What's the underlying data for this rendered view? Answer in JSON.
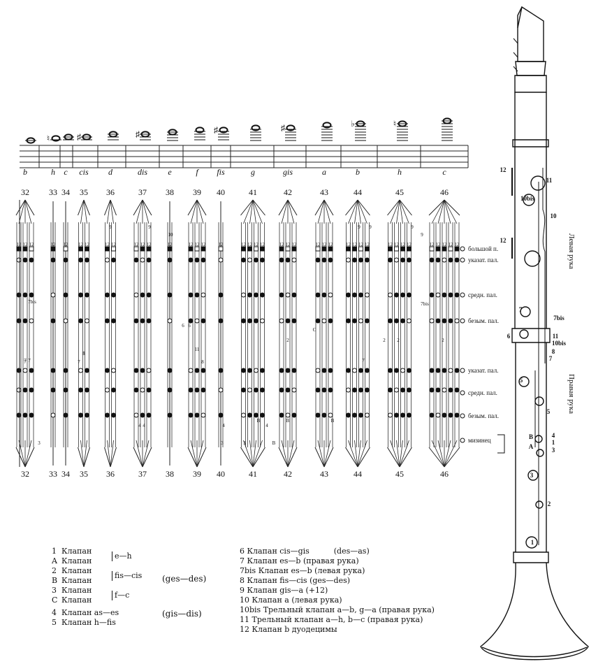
{
  "notes": [
    "b",
    "h",
    "c",
    "cis",
    "d",
    "dis",
    "e",
    "f",
    "fis",
    "g",
    "gis",
    "a",
    "b",
    "h",
    "c"
  ],
  "note_accidentals": [
    "",
    "♮",
    "",
    "♯",
    "",
    "♯",
    "",
    "",
    "♯",
    "",
    "♯",
    "",
    "♭",
    "♮",
    ""
  ],
  "columns": [
    {
      "num": "32",
      "tubes": 3
    },
    {
      "num": "33",
      "tubes": 1
    },
    {
      "num": "34",
      "tubes": 1
    },
    {
      "num": "35",
      "tubes": 2
    },
    {
      "num": "36",
      "tubes": 2
    },
    {
      "num": "37",
      "tubes": 3
    },
    {
      "num": "38",
      "tubes": 1
    },
    {
      "num": "39",
      "tubes": 3
    },
    {
      "num": "40",
      "tubes": 1
    },
    {
      "num": "41",
      "tubes": 4
    },
    {
      "num": "42",
      "tubes": 3
    },
    {
      "num": "43",
      "tubes": 3
    },
    {
      "num": "44",
      "tubes": 4
    },
    {
      "num": "45",
      "tubes": 4
    },
    {
      "num": "46",
      "tubes": 5
    }
  ],
  "twelve_label": "12",
  "row_labels": [
    "большой п.",
    "указат. пал.",
    "средн. пал.",
    "безым. пал.",
    "указат. пал.",
    "средн. пал.",
    "безым. пал.",
    "мизинец"
  ],
  "side_labels": {
    "left_hand": "Левая рука",
    "right_hand": "Правая рука"
  },
  "key_labels": [
    "12",
    "11",
    "10bis",
    "10",
    "12",
    "7",
    "7bis",
    "6",
    "11",
    "10bis",
    "8",
    "7",
    "5",
    "5",
    "B",
    "A",
    "4",
    "1",
    "3",
    "3",
    "2",
    "1"
  ],
  "small_marks": [
    "9",
    "9",
    "10",
    "9",
    "9",
    "9",
    "9",
    "7bis",
    "7bis",
    "6",
    "6",
    "8",
    "11",
    "2",
    "2",
    "2",
    "2",
    "7",
    "7",
    "7",
    "8",
    "5",
    "4",
    "4",
    "4",
    "4",
    "3",
    "3",
    "3",
    "B",
    "B",
    "B",
    "B",
    "C",
    "7",
    "7"
  ],
  "legend_left": [
    {
      "n": "1",
      "text": "Клапан"
    },
    {
      "n": "A",
      "text": "Клапан"
    },
    {
      "n": "2",
      "text": "Клапан"
    },
    {
      "n": "B",
      "text": "Клапан"
    },
    {
      "n": "3",
      "text": "Клапан"
    },
    {
      "n": "C",
      "text": "Клапан"
    },
    {
      "n": "4",
      "text": "Клапан as—es"
    },
    {
      "n": "5",
      "text": "Клапан h—fis"
    }
  ],
  "legend_braces": [
    "e—h",
    "fis—cis",
    "f—c"
  ],
  "legend_mid": [
    "(ges—des)",
    "(gis—dis)"
  ],
  "legend_right": [
    "6 Клапан cis—gis          (des—as)",
    "7 Клапан es—b (правая рука)",
    "7bis Клапан es—b (левая рука)",
    "8 Клапан fis—cis (ges—des)",
    "9 Клапан gis—a (+12)",
    "10 Клапан a (левая рука)",
    "10bis Трельный клапан a—b, g—a (правая рука)",
    "11 Трельный клапан a—h, b—c (правая рука)",
    "12 Клапан b дуодецимы"
  ]
}
